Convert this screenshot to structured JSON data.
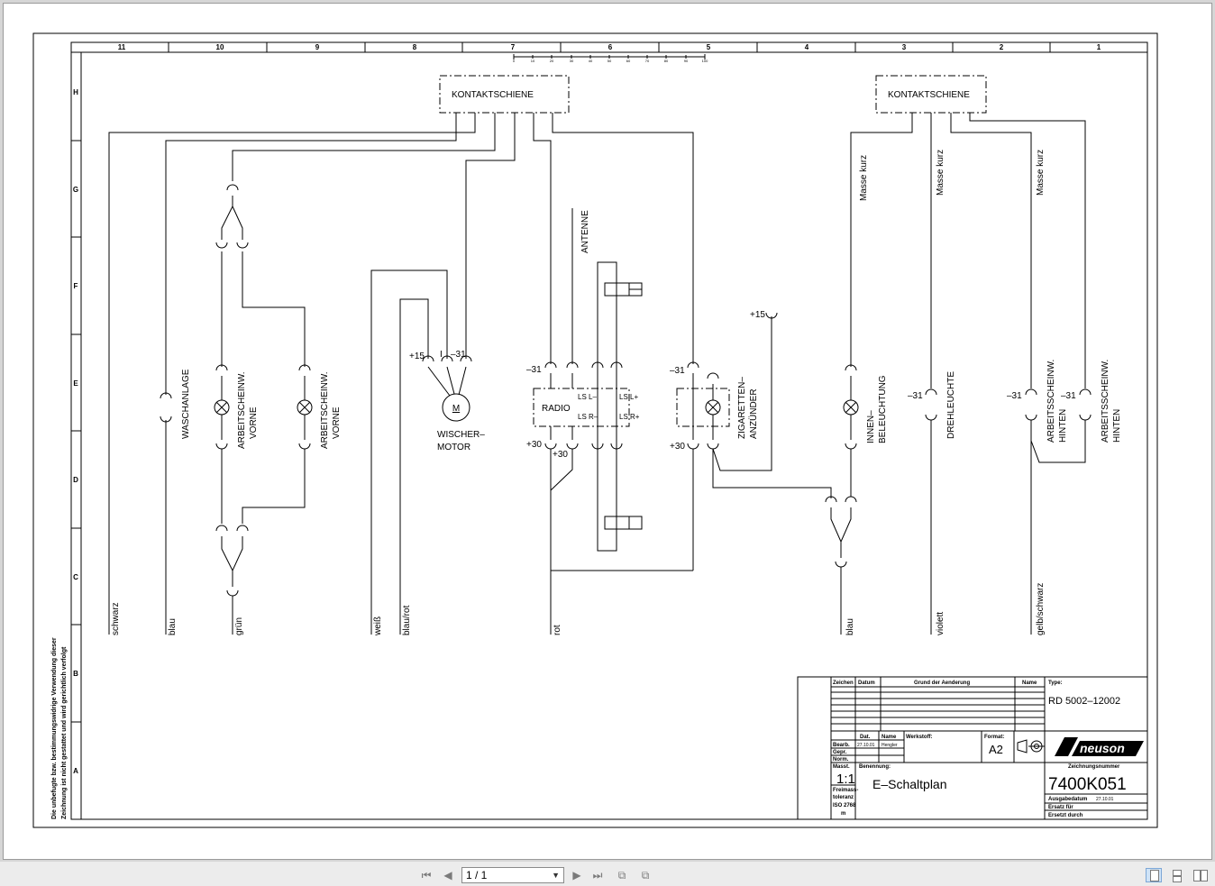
{
  "drawing": {
    "column_numbers": [
      "11",
      "10",
      "9",
      "8",
      "7",
      "6",
      "5",
      "4",
      "3",
      "2",
      "1"
    ],
    "row_letters": [
      "H",
      "G",
      "F",
      "E",
      "D",
      "C",
      "B",
      "A"
    ],
    "scale_ticks": [
      "0",
      "10",
      "20",
      "30",
      "40",
      "50",
      "60",
      "70",
      "80",
      "90",
      "100"
    ],
    "side_note": [
      "Die unbefugte bzw. bestimmungswidrige Verwendung dieser",
      "Zeichnung ist nicht gestattet und wird gerichtlich verfolgt"
    ],
    "bus_left": "KONTAKTSCHIENE",
    "bus_right": "KONTAKTSCHIENE",
    "wires": {
      "schwarz": "schwarz",
      "blau": "blau",
      "gruen": "grün",
      "weiss": "weiß",
      "blau_rot": "blau/rot",
      "rot": "rot",
      "blau_right": "blau",
      "violett": "violett",
      "gelb_schwarz": "gelb/schwarz"
    },
    "components": {
      "waschanlage": "WASCHANLAGE",
      "arbeits_vorne_1": [
        "ARBEITSCHEINW.",
        "VORNE"
      ],
      "arbeits_vorne_2": [
        "ARBEITSCHEINW.",
        "VORNE"
      ],
      "wischer": [
        "WISCHER–",
        "MOTOR"
      ],
      "motor_symbol": "M",
      "radio": "RADIO",
      "antenne": "ANTENNE",
      "zigaretten": [
        "ZIGARETTEN–",
        "ANZÜNDER"
      ],
      "innen": [
        "INNEN–",
        "BELEUCHTUNG"
      ],
      "dreh": "DREHLEUCHTE",
      "arbeits_hinten_1": [
        "ARBEITSSCHEINW.",
        "HINTEN"
      ],
      "arbeits_hinten_2": [
        "ARBEITSSCHEINW.",
        "HINTEN"
      ],
      "masse": "Masse kurz"
    },
    "terminals": {
      "p15": "+15",
      "one": "I",
      "m31": "–31",
      "p30": "+30",
      "ls_l_minus": "LS L–",
      "ls_l_plus": "LS L+",
      "ls_r_minus": "LS R–",
      "ls_r_plus": "LS R+"
    },
    "title_block": {
      "hdr_zeichen": "Zeichen",
      "hdr_datum": "Datum",
      "hdr_grund": "Grund der Aenderung",
      "hdr_name": "Name",
      "type_label": "Type:",
      "type_value": "RD 5002–12002",
      "dat": "Dat.",
      "name": "Name",
      "werkstoff": "Werkstoff:",
      "format_label": "Format:",
      "format_value": "A2",
      "bearb": "Bearb.",
      "bearb_date": "27.10.01",
      "bearb_name": "Hengler",
      "gepr": "Gepr.",
      "norm": "Norm.",
      "masst": "Masst.",
      "scale": "1:1",
      "freimass": [
        "Freimass-",
        "toleranz",
        "ISO 2768",
        "m"
      ],
      "benennung_label": "Benennung:",
      "benennung_value": "E–Schaltplan",
      "logo": "neuson",
      "zeichnungsnummer_label": "Zeichnungsnummer",
      "zeichnungsnummer": "7400K051",
      "ausgabedatum_label": "Ausgabedatum",
      "ausgabedatum": "27.10.01",
      "ersatz_fuer": "Ersatz für",
      "ersetzt_durch": "Ersetzt durch"
    }
  },
  "toolbar": {
    "page_indicator": "1 / 1"
  }
}
